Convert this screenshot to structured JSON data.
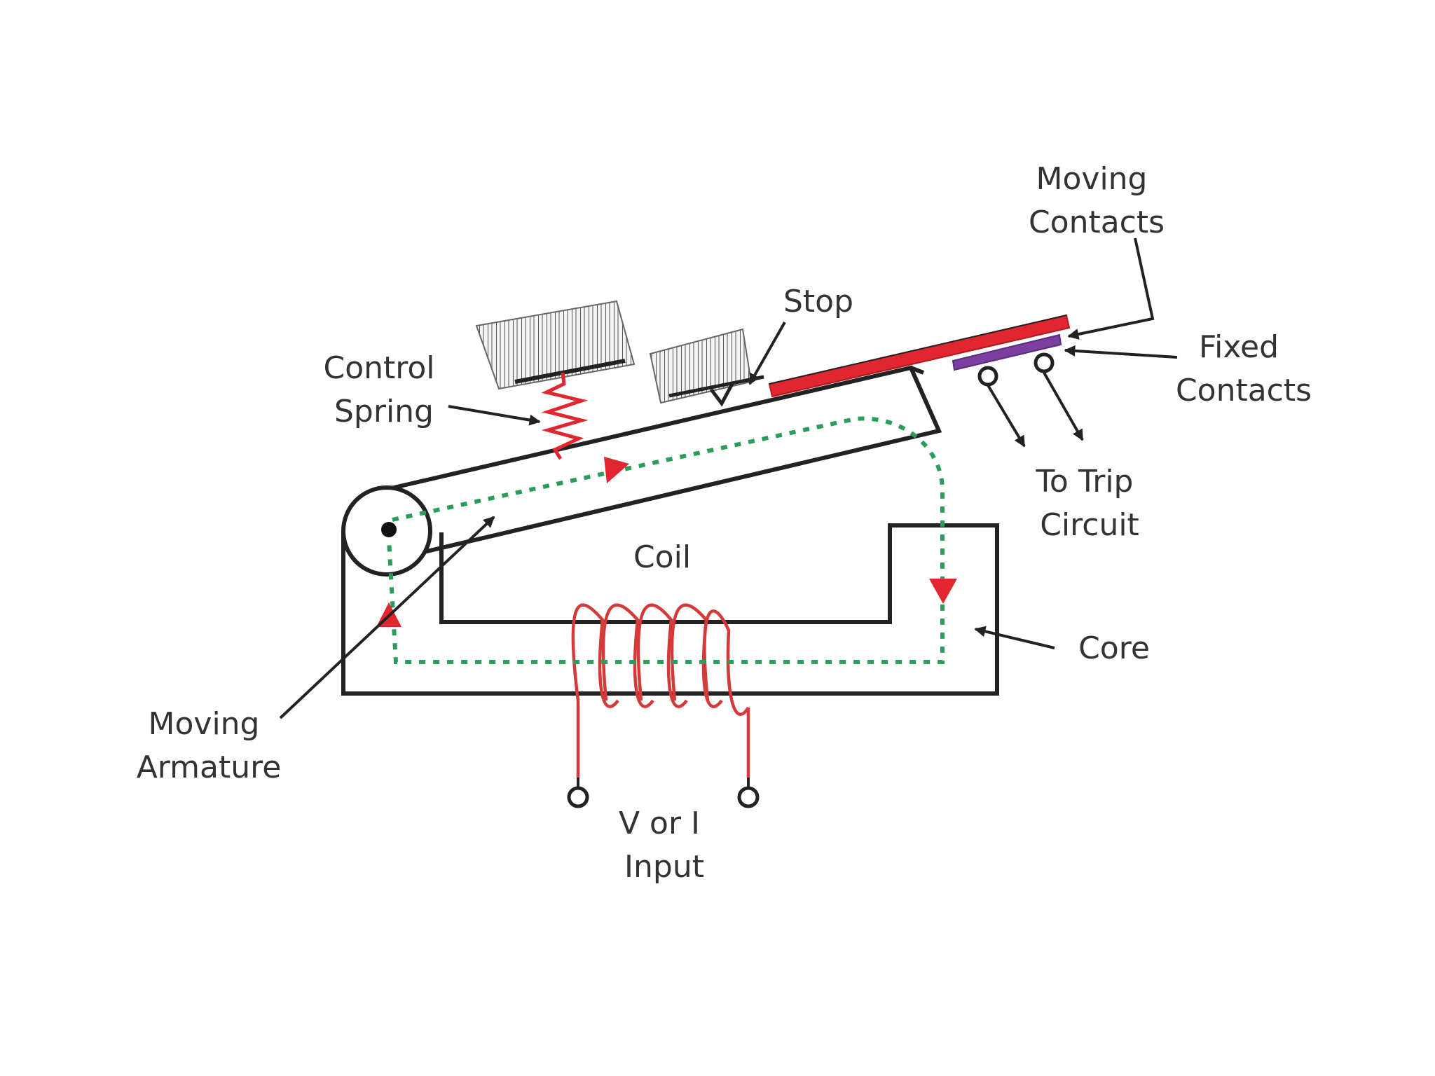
{
  "labels": {
    "moving_contacts": [
      "Moving",
      "Contacts"
    ],
    "stop": "Stop",
    "fixed_contacts": [
      "Fixed",
      "Contacts"
    ],
    "control_spring": [
      "Control",
      "Spring"
    ],
    "to_trip_circuit": [
      "To Trip",
      "Circuit"
    ],
    "coil": "Coil",
    "core": "Core",
    "moving_armature": [
      "Moving",
      "Armature"
    ],
    "input": [
      "V or I",
      "Input"
    ]
  },
  "colors": {
    "outline": "#222222",
    "moving_contact": "#e0262e",
    "fixed_contact": "#7b3fa0",
    "coil": "#d43a3a",
    "flux_path": "#2a9d5c",
    "flux_arrow": "#e0262e",
    "text": "#333333"
  }
}
